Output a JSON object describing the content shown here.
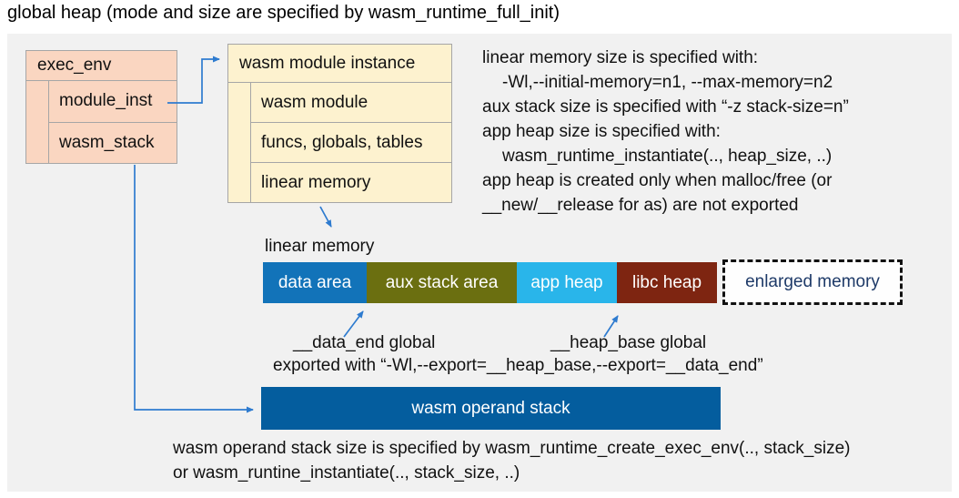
{
  "title": "global heap (mode and size are specified by wasm_runtime_full_init)",
  "exec_env_box": {
    "header": "exec_env",
    "rows": [
      "module_inst",
      "wasm_stack"
    ],
    "fill": "#fad6c1"
  },
  "module_instance_box": {
    "header": "wasm module instance",
    "rows": [
      "wasm module",
      "funcs, globals, tables",
      "linear memory"
    ],
    "fill": "#fdf2cf"
  },
  "notes_right": {
    "lines": [
      "linear memory size is specified with:",
      "-Wl,--initial-memory=n1, --max-memory=n2",
      "aux stack size is specified with “-z stack-size=n”",
      "app heap size is specified with:",
      "wasm_runtime_instantiate(.., heap_size, ..)",
      "app heap is created only when malloc/free (or",
      "__new/__release for as) are not exported"
    ]
  },
  "labels": {
    "linear_memory": "linear memory",
    "data_end": "__data_end global",
    "heap_base": "__heap_base global",
    "exported": "exported with “-Wl,--export=__heap_base,--export=__data_end”"
  },
  "memory_bar": {
    "segments": [
      {
        "label": "data area",
        "color": "#1273b9",
        "text_color": "#ffffff"
      },
      {
        "label": "aux stack area",
        "color": "#6b6f10",
        "text_color": "#ffffff"
      },
      {
        "label": "app heap",
        "color": "#29b5ea",
        "text_color": "#ffffff"
      },
      {
        "label": "libc heap",
        "color": "#7e2511",
        "text_color": "#ffffff"
      },
      {
        "label": "enlarged memory",
        "color": "#fefefe",
        "text_color": "#1e3a68",
        "border_style": "dashed"
      }
    ]
  },
  "operand_stack": {
    "label": "wasm operand stack",
    "color": "#045d9e",
    "text_color": "#ffffff"
  },
  "notes_bottom": {
    "lines": [
      "wasm operand stack size is specified by wasm_runtime_create_exec_env(.., stack_size)",
      "or wasm_runtine_instantiate(.., stack_size, ..)"
    ]
  },
  "colors": {
    "arrow": "#2e7bcf",
    "panel_bg": "#f1f1f1"
  }
}
